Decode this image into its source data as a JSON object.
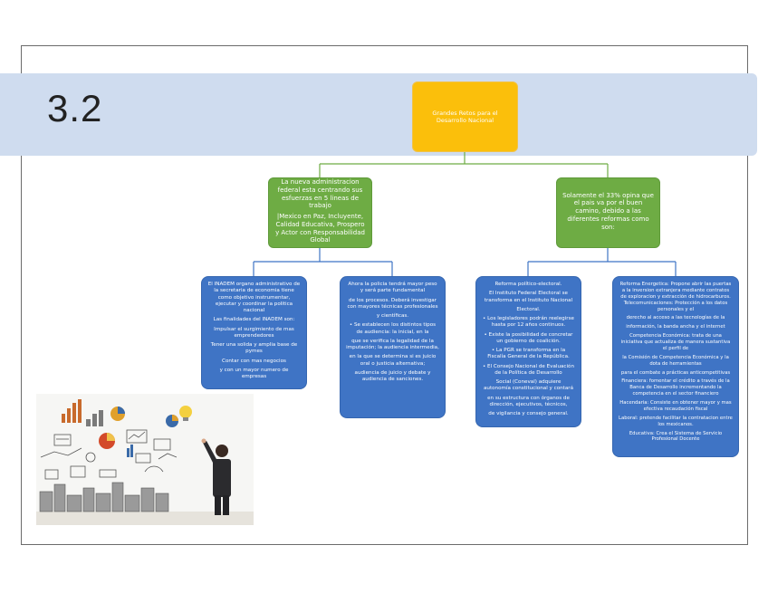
{
  "slide": {
    "number": "3.2"
  },
  "root": {
    "text": "Grandes Retos para el Desarrollo Nacional"
  },
  "left_green": {
    "lines": [
      "La nueva administracion federal esta centrando sus esfuerzas en 5 lineas de trabajo",
      "|Mexico en Paz, Incluyente, Calidad Educativa, Prospero y Actor con Responsabilidad Global"
    ]
  },
  "right_green": {
    "lines": [
      "Solamente el 33% opina que el pais va por el buen camino, debido a las diferentes reformas como son:"
    ]
  },
  "blue_1": {
    "lines": [
      "El INADEM organo administrativo de la secretaria de economia tiene como objetivo instrumentar, ejecutar y coordinar la politica nacional",
      "Las finalidades del INADEM son:",
      "Impulsar el surgimiento de mas emprendedores",
      "Tener una solida y amplia base de pymes",
      "Contar con mas negocios",
      "y con un mayor numero de empresas"
    ]
  },
  "blue_2": {
    "lines": [
      "Ahora la policia tendrá mayor peso y será parte fundamental",
      "de los procesos. Deberá investigar con mayores técnicas profesionales",
      "y científicas.",
      "• Se establecen los distintos tipos de audiencia: la inicial, en la",
      "que se verifica la legalidad de la imputación; la audiencia intermedia,",
      "en la que se determina si es juicio oral o justicia alternativa;",
      "audiencia de juicio y debate y audiencia de sanciones."
    ]
  },
  "blue_3": {
    "lines": [
      "Reforma político-electoral.",
      "El Instituto Federal Electoral se transforma en el Instituto Nacional",
      "Electoral.",
      "• Los legisladores podrán reelegirse hasta por 12 años continuos.",
      "• Existe la posibilidad de concretar un gobierno de coalición.",
      "• La PGR se transforma en la Fiscalía General de la República.",
      "• El Consejo Nacional de Evaluación de la Política de Desarrollo",
      "Social (Coneval) adquiere autonomía constitucional y contará",
      "en su estructura con órganos de dirección, ejecutivos, técnicos,",
      "de vigilancia y consejo general."
    ]
  },
  "blue_4": {
    "lines": [
      "Reforma Energetica: Propone abrir las puertas a la inversion extranjera mediante contratos de exploracion y extracción de hidrocarburos. Telecomunicaciones: Protección a los datos personales y el",
      "derecho al acceso a las tecnologías de la",
      "información, la banda ancha y el internet",
      "Competencia Económica: trata de una iniciativa que actualiza de manera sustantiva el perfil de",
      "la Comisión de Competencia Económica y la dota de herramientas",
      "para el combate a prácticas anticompetitivas",
      "Financiera: fomentar el crédito a través de la Banca de Desarrollo incrementando la competencia en el sector financiero",
      "Hacendaria: Consiste en obtener mayor y mas efectiva recaudación fiscal",
      "Laboral: pretende facilitar la contratacion entre los mexicanos.",
      "Educativa: Crea el Sistema de Servicio Profesional Docente"
    ]
  }
}
